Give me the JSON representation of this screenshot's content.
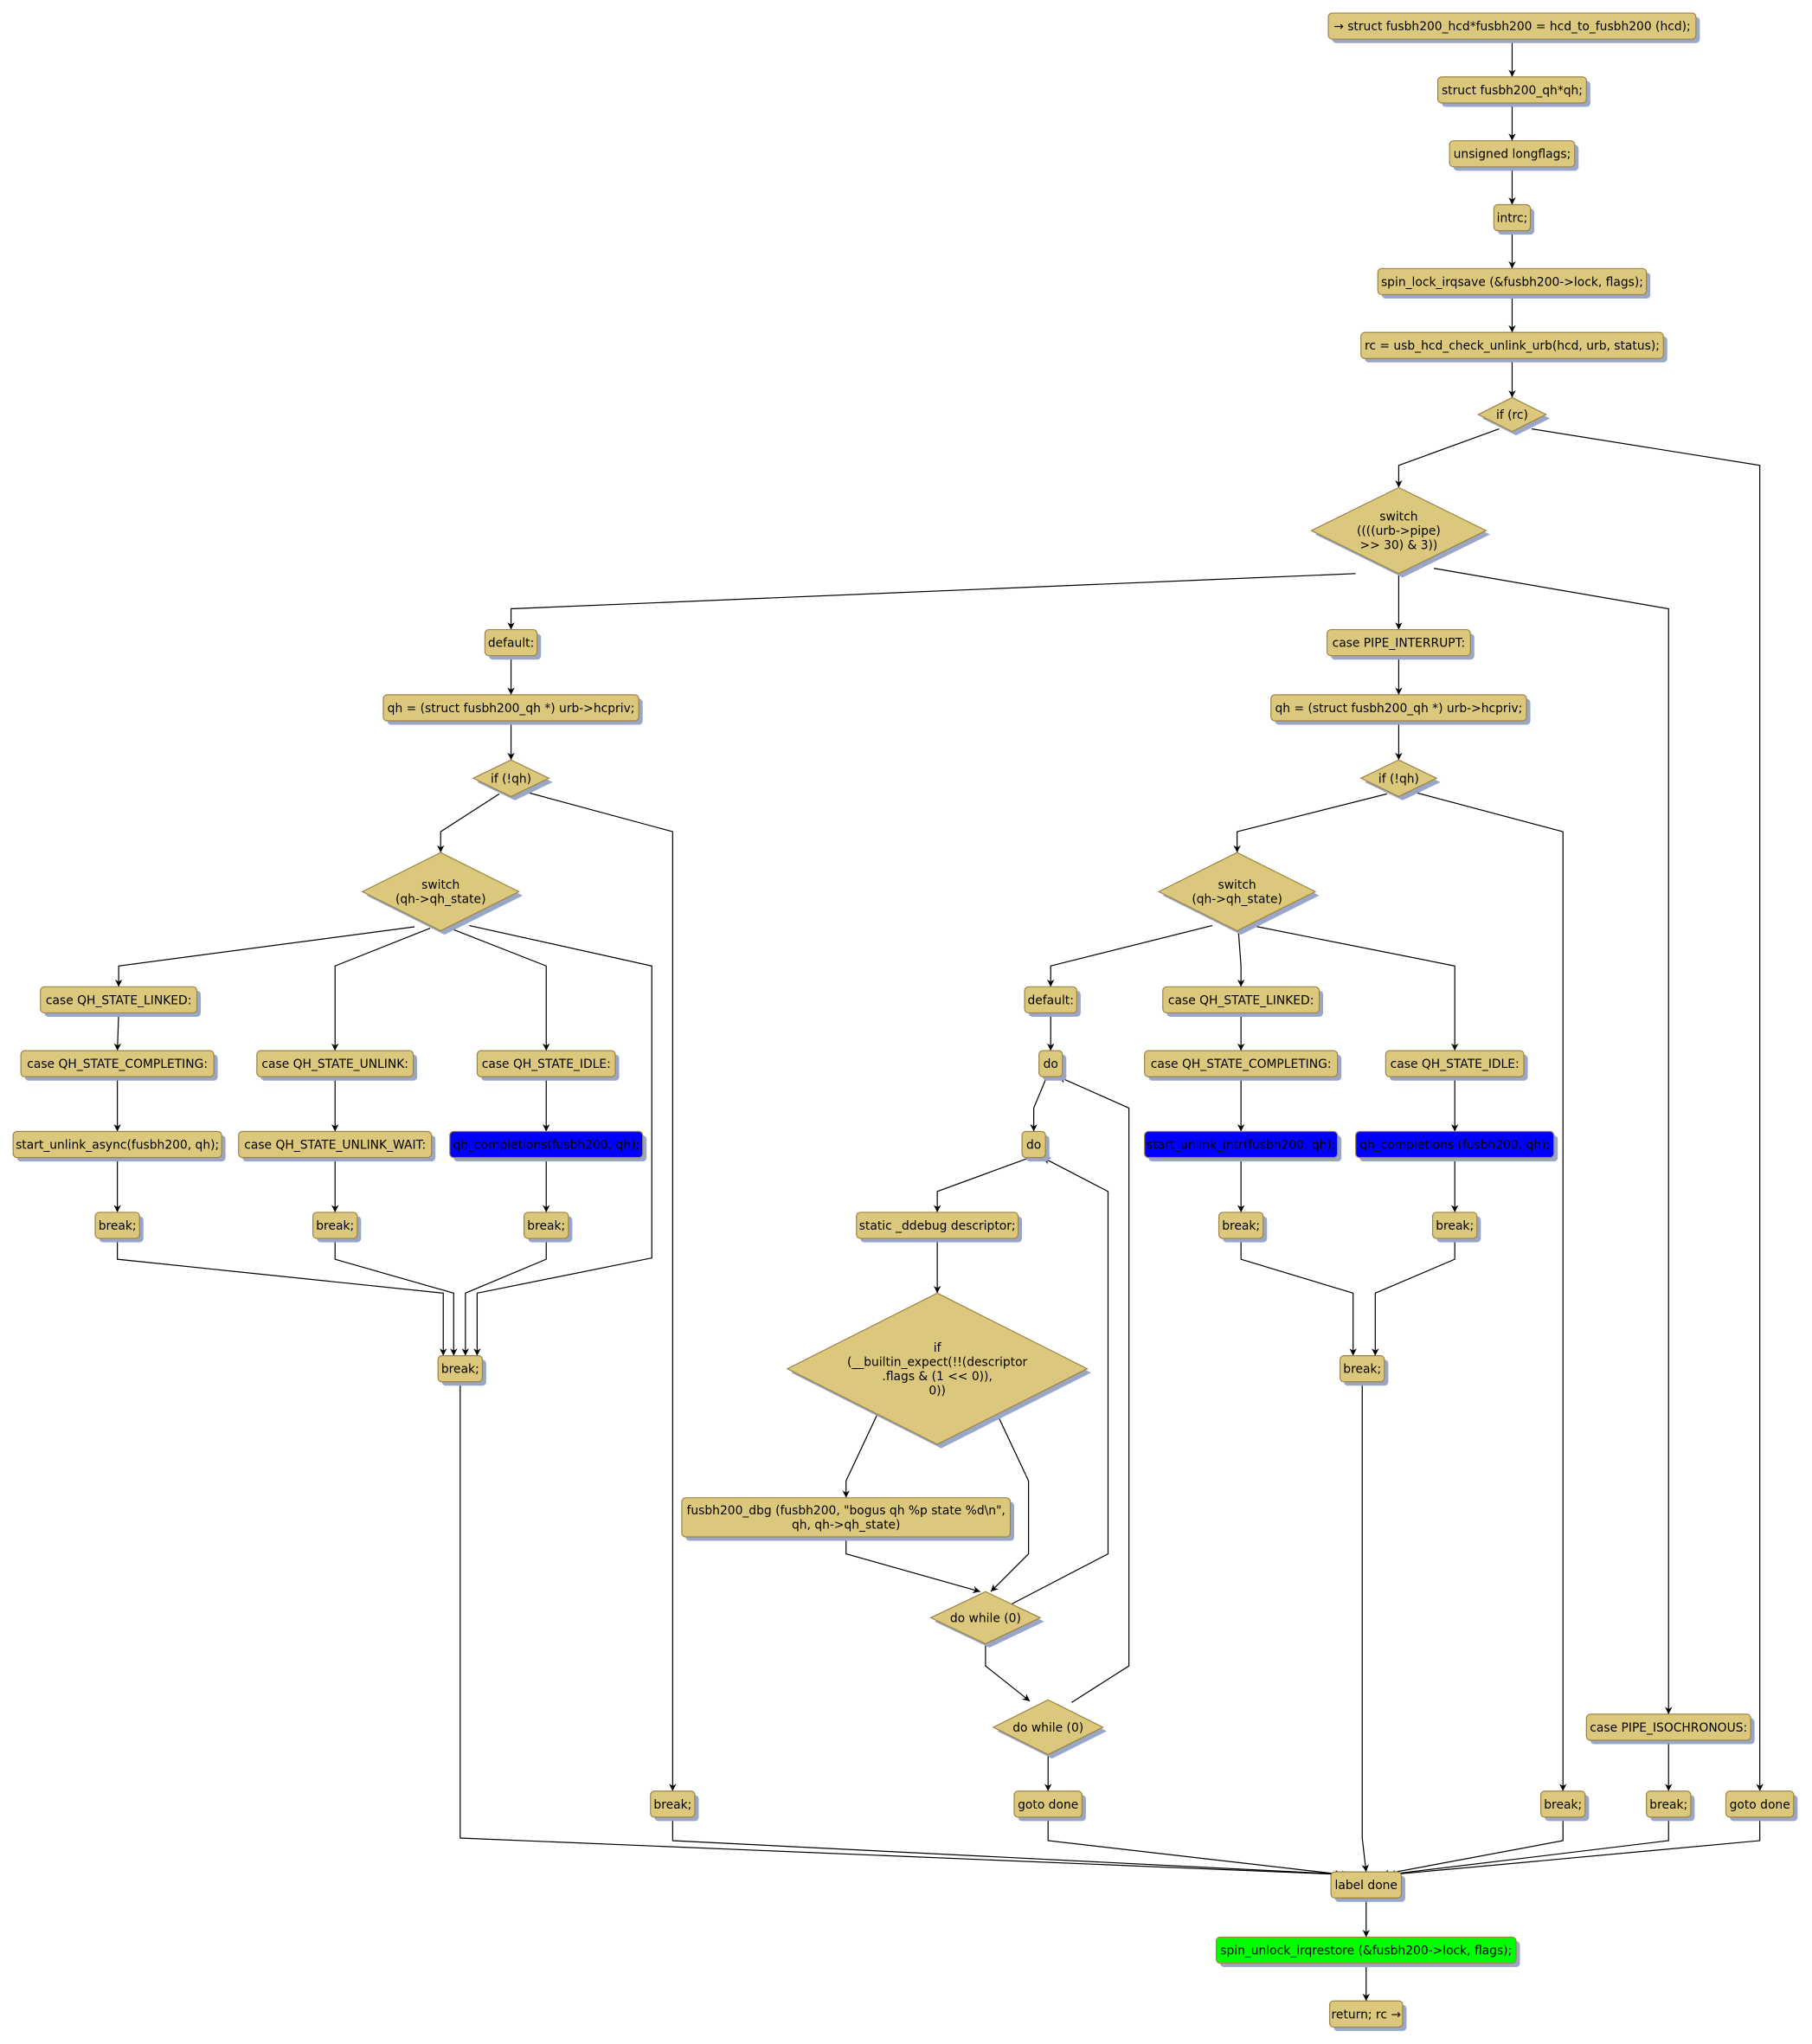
{
  "colors": {
    "node": "#dcc87d",
    "highlight_blue": "#0000ff",
    "highlight_green": "#00ff00",
    "edge": "#000000"
  },
  "nodes": {
    "n1": {
      "lines": [
        "→ struct fusbh200_hcd*fusbh200 = hcd_to_fusbh200 (hcd);"
      ]
    },
    "n2": {
      "lines": [
        "struct fusbh200_qh*qh;"
      ]
    },
    "n3": {
      "lines": [
        "unsigned longflags;"
      ]
    },
    "n4": {
      "lines": [
        "intrc;"
      ]
    },
    "n5": {
      "lines": [
        "spin_lock_irqsave (&fusbh200->lock, flags);"
      ]
    },
    "n6": {
      "lines": [
        "rc = usb_hcd_check_unlink_urb(hcd, urb, status);"
      ]
    },
    "d1": {
      "lines": [
        "if (rc)"
      ]
    },
    "d2": {
      "lines": [
        "switch",
        "((((urb->pipe)",
        ">> 30) & 3))"
      ]
    },
    "ldef": {
      "lines": [
        "default:"
      ]
    },
    "lqh": {
      "lines": [
        "qh = (struct fusbh200_qh *) urb->hcpriv;"
      ]
    },
    "lif": {
      "lines": [
        "if (!qh)"
      ]
    },
    "lsw": {
      "lines": [
        "switch",
        "(qh->qh_state)"
      ]
    },
    "llinked": {
      "lines": [
        "case QH_STATE_LINKED:"
      ]
    },
    "lcompl": {
      "lines": [
        "case QH_STATE_COMPLETING:"
      ]
    },
    "lstart": {
      "lines": [
        "start_unlink_async(fusbh200, qh);"
      ]
    },
    "lbrk1": {
      "lines": [
        "break;"
      ]
    },
    "lunlink": {
      "lines": [
        "case QH_STATE_UNLINK:"
      ]
    },
    "lunwait": {
      "lines": [
        "case QH_STATE_UNLINK_WAIT:"
      ]
    },
    "lbrk2": {
      "lines": [
        "break;"
      ]
    },
    "lidle": {
      "lines": [
        "case QH_STATE_IDLE:"
      ]
    },
    "lqhc": {
      "lines": [
        "qh_completions(fusbh200, qh);"
      ]
    },
    "lbrk3": {
      "lines": [
        "break;"
      ]
    },
    "lmerge": {
      "lines": [
        "break;"
      ]
    },
    "lbrk4": {
      "lines": [
        "break;"
      ]
    },
    "rint": {
      "lines": [
        "case PIPE_INTERRUPT:"
      ]
    },
    "rqh": {
      "lines": [
        "qh = (struct fusbh200_qh *) urb->hcpriv;"
      ]
    },
    "rif": {
      "lines": [
        "if (!qh)"
      ]
    },
    "rsw": {
      "lines": [
        "switch",
        "(qh->qh_state)"
      ]
    },
    "rdef": {
      "lines": [
        "default:"
      ]
    },
    "do1": {
      "lines": [
        "do"
      ]
    },
    "do2": {
      "lines": [
        "do"
      ]
    },
    "static": {
      "lines": [
        "static _ddebug descriptor;"
      ]
    },
    "ifdbg": {
      "lines": [
        "if",
        "(__builtin_expect(!!(descriptor",
        ".flags & (1 << 0)),",
        "0))"
      ]
    },
    "dbg": {
      "lines": [
        "fusbh200_dbg (fusbh200, \"bogus qh %p state %d\\n\",",
        "qh, qh->qh_state)"
      ]
    },
    "dw1": {
      "lines": [
        "do while (0)"
      ]
    },
    "dw2": {
      "lines": [
        "do while (0)"
      ]
    },
    "goto1": {
      "lines": [
        "goto done"
      ]
    },
    "rlinked": {
      "lines": [
        "case QH_STATE_LINKED:"
      ]
    },
    "rcompl": {
      "lines": [
        "case QH_STATE_COMPLETING:"
      ]
    },
    "rstart": {
      "lines": [
        "start_unlink_intr(fusbh200, qh);"
      ]
    },
    "rbrk1": {
      "lines": [
        "break;"
      ]
    },
    "ridle": {
      "lines": [
        "case QH_STATE_IDLE:"
      ]
    },
    "rqhc": {
      "lines": [
        "qh_completions (fusbh200, qh);"
      ]
    },
    "rbrk2": {
      "lines": [
        "break;"
      ]
    },
    "rmerge": {
      "lines": [
        "break;"
      ]
    },
    "rbrk3": {
      "lines": [
        "break;"
      ]
    },
    "iso": {
      "lines": [
        "case PIPE_ISOCHRONOUS:"
      ]
    },
    "isobrk": {
      "lines": [
        "break;"
      ]
    },
    "goto2": {
      "lines": [
        "goto done"
      ]
    },
    "label": {
      "lines": [
        "label done"
      ]
    },
    "unlock": {
      "lines": [
        "spin_unlock_irqrestore (&fusbh200->lock, flags);"
      ]
    },
    "ret": {
      "lines": [
        "return; rc →"
      ]
    }
  }
}
